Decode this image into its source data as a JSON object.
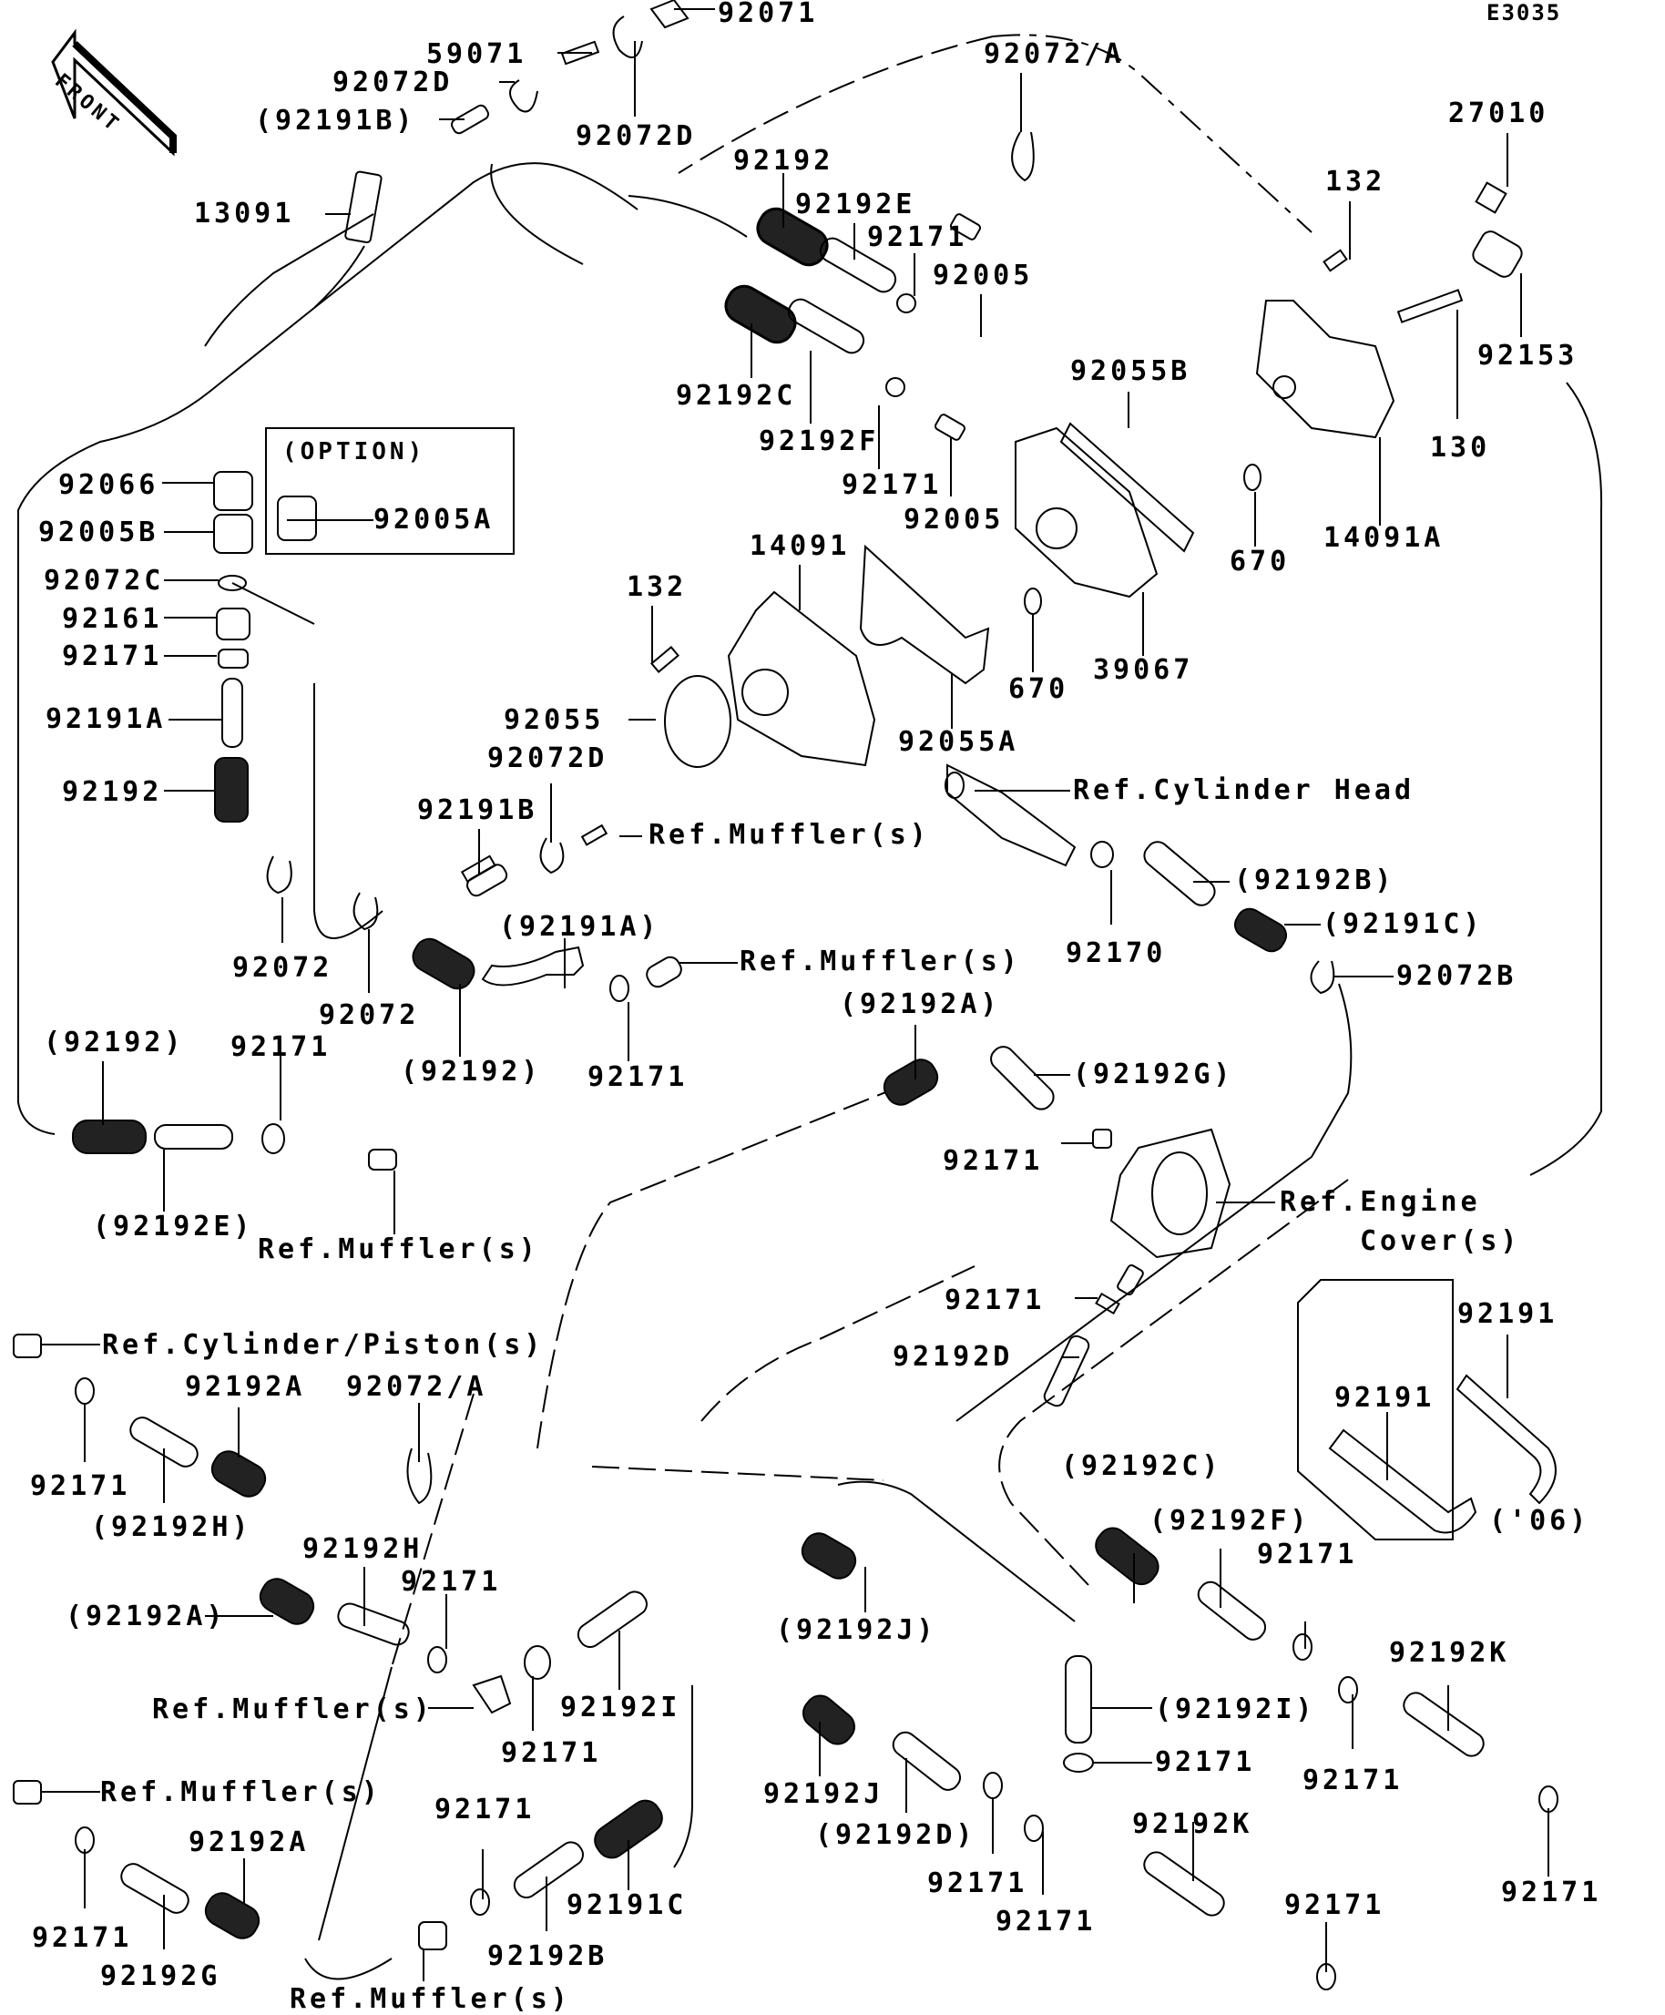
{
  "diagram": {
    "code": "E3035",
    "front_arrow_label": "FRONT",
    "option_box": {
      "title": "(OPTION)",
      "part": "92005A"
    },
    "year_box": {
      "note": "('06)",
      "parts": [
        "92191",
        "92191"
      ]
    }
  },
  "labels": [
    {
      "id": "l-92071",
      "text": "92071"
    },
    {
      "id": "l-59071",
      "text": "59071"
    },
    {
      "id": "l-92072D-a",
      "text": "92072D"
    },
    {
      "id": "l-92191B-paren",
      "text": "(92191B)"
    },
    {
      "id": "l-92072D-b",
      "text": "92072D"
    },
    {
      "id": "l-13091",
      "text": "13091"
    },
    {
      "id": "l-92072A-top",
      "text": "92072/A"
    },
    {
      "id": "l-27010",
      "text": "27010"
    },
    {
      "id": "l-132-a",
      "text": "132"
    },
    {
      "id": "l-92153",
      "text": "92153"
    },
    {
      "id": "l-130",
      "text": "130"
    },
    {
      "id": "l-14091A",
      "text": "14091A"
    },
    {
      "id": "l-92192-top",
      "text": "92192"
    },
    {
      "id": "l-92192E",
      "text": "92192E"
    },
    {
      "id": "l-92171-a",
      "text": "92171"
    },
    {
      "id": "l-92005-a",
      "text": "92005"
    },
    {
      "id": "l-92192C",
      "text": "92192C"
    },
    {
      "id": "l-92192F",
      "text": "92192F"
    },
    {
      "id": "l-92171-b",
      "text": "92171"
    },
    {
      "id": "l-92005-b",
      "text": "92005"
    },
    {
      "id": "l-92055B",
      "text": "92055B"
    },
    {
      "id": "l-670-a",
      "text": "670"
    },
    {
      "id": "l-670-b",
      "text": "670"
    },
    {
      "id": "l-39067",
      "text": "39067"
    },
    {
      "id": "l-14091",
      "text": "14091"
    },
    {
      "id": "l-132-b",
      "text": "132"
    },
    {
      "id": "l-92055",
      "text": "92055"
    },
    {
      "id": "l-92055A",
      "text": "92055A"
    },
    {
      "id": "l-92066",
      "text": "92066"
    },
    {
      "id": "l-92005B",
      "text": "92005B"
    },
    {
      "id": "l-92072C",
      "text": "92072C"
    },
    {
      "id": "l-92161",
      "text": "92161"
    },
    {
      "id": "l-92171-c",
      "text": "92171"
    },
    {
      "id": "l-92191A",
      "text": "92191A"
    },
    {
      "id": "l-92192-left",
      "text": "92192"
    },
    {
      "id": "l-92072D-c",
      "text": "92072D"
    },
    {
      "id": "l-92191B",
      "text": "92191B"
    },
    {
      "id": "l-ref-muffler-1",
      "text": "Ref.Muffler(s)"
    },
    {
      "id": "l-ref-cyl-head",
      "text": "Ref.Cylinder Head"
    },
    {
      "id": "l-92192B-paren",
      "text": "(92192B)"
    },
    {
      "id": "l-92191C-paren",
      "text": "(92191C)"
    },
    {
      "id": "l-92170",
      "text": "92170"
    },
    {
      "id": "l-92072B",
      "text": "92072B"
    },
    {
      "id": "l-92072-a",
      "text": "92072"
    },
    {
      "id": "l-92072-b",
      "text": "92072"
    },
    {
      "id": "l-92191A-paren",
      "text": "(92191A)"
    },
    {
      "id": "l-ref-muffler-2",
      "text": "Ref.Muffler(s)"
    },
    {
      "id": "l-92192-paren-mid",
      "text": "(92192)"
    },
    {
      "id": "l-92171-d",
      "text": "92171"
    },
    {
      "id": "l-92192A-paren-top",
      "text": "(92192A)"
    },
    {
      "id": "l-92192G-paren",
      "text": "(92192G)"
    },
    {
      "id": "l-92171-e",
      "text": "92171"
    },
    {
      "id": "l-ref-engine-cover-1",
      "text": "Ref.Engine"
    },
    {
      "id": "l-ref-engine-cover-2",
      "text": "Cover(s)"
    },
    {
      "id": "l-92192-paren-left",
      "text": "(92192)"
    },
    {
      "id": "l-92171-f",
      "text": "92171"
    },
    {
      "id": "l-92192E-paren",
      "text": "(92192E)"
    },
    {
      "id": "l-ref-muffler-3",
      "text": "Ref.Muffler(s)"
    },
    {
      "id": "l-92171-g",
      "text": "92171"
    },
    {
      "id": "l-92192D",
      "text": "92192D"
    },
    {
      "id": "l-ref-cyl-piston",
      "text": "Ref.Cylinder/Piston(s)"
    },
    {
      "id": "l-92171-h",
      "text": "92171"
    },
    {
      "id": "l-92192A-a",
      "text": "92192A"
    },
    {
      "id": "l-92072A-mid",
      "text": "92072/A"
    },
    {
      "id": "l-92192H-paren",
      "text": "(92192H)"
    },
    {
      "id": "l-92192H",
      "text": "92192H"
    },
    {
      "id": "l-92171-i",
      "text": "92171"
    },
    {
      "id": "l-92192A-paren-b",
      "text": "(92192A)"
    },
    {
      "id": "l-ref-muffler-4",
      "text": "Ref.Muffler(s)"
    },
    {
      "id": "l-92171-j",
      "text": "92171"
    },
    {
      "id": "l-92192I",
      "text": "92192I"
    },
    {
      "id": "l-92192C-paren",
      "text": "(92192C)"
    },
    {
      "id": "l-92192F-paren",
      "text": "(92192F)"
    },
    {
      "id": "l-92171-k",
      "text": "92171"
    },
    {
      "id": "l-92192J-paren",
      "text": "(92192J)"
    },
    {
      "id": "l-92192I-paren",
      "text": "(92192I)"
    },
    {
      "id": "l-92171-l",
      "text": "92171"
    },
    {
      "id": "l-92192K-a",
      "text": "92192K"
    },
    {
      "id": "l-92171-m",
      "text": "92171"
    },
    {
      "id": "l-92171-n",
      "text": "92171"
    },
    {
      "id": "l-ref-muffler-5",
      "text": "Ref.Muffler(s)"
    },
    {
      "id": "l-92171-o",
      "text": "92171"
    },
    {
      "id": "l-92192A-b",
      "text": "92192A"
    },
    {
      "id": "l-92192G",
      "text": "92192G"
    },
    {
      "id": "l-92171-p",
      "text": "92171"
    },
    {
      "id": "l-92192B",
      "text": "92192B"
    },
    {
      "id": "l-92191C",
      "text": "92191C"
    },
    {
      "id": "l-ref-muffler-6",
      "text": "Ref.Muffler(s)"
    },
    {
      "id": "l-92192J",
      "text": "92192J"
    },
    {
      "id": "l-92192D-paren",
      "text": "(92192D)"
    },
    {
      "id": "l-92171-q",
      "text": "92171"
    },
    {
      "id": "l-92171-r",
      "text": "92171"
    },
    {
      "id": "l-92192K-b",
      "text": "92192K"
    },
    {
      "id": "l-92171-s",
      "text": "92171"
    }
  ]
}
